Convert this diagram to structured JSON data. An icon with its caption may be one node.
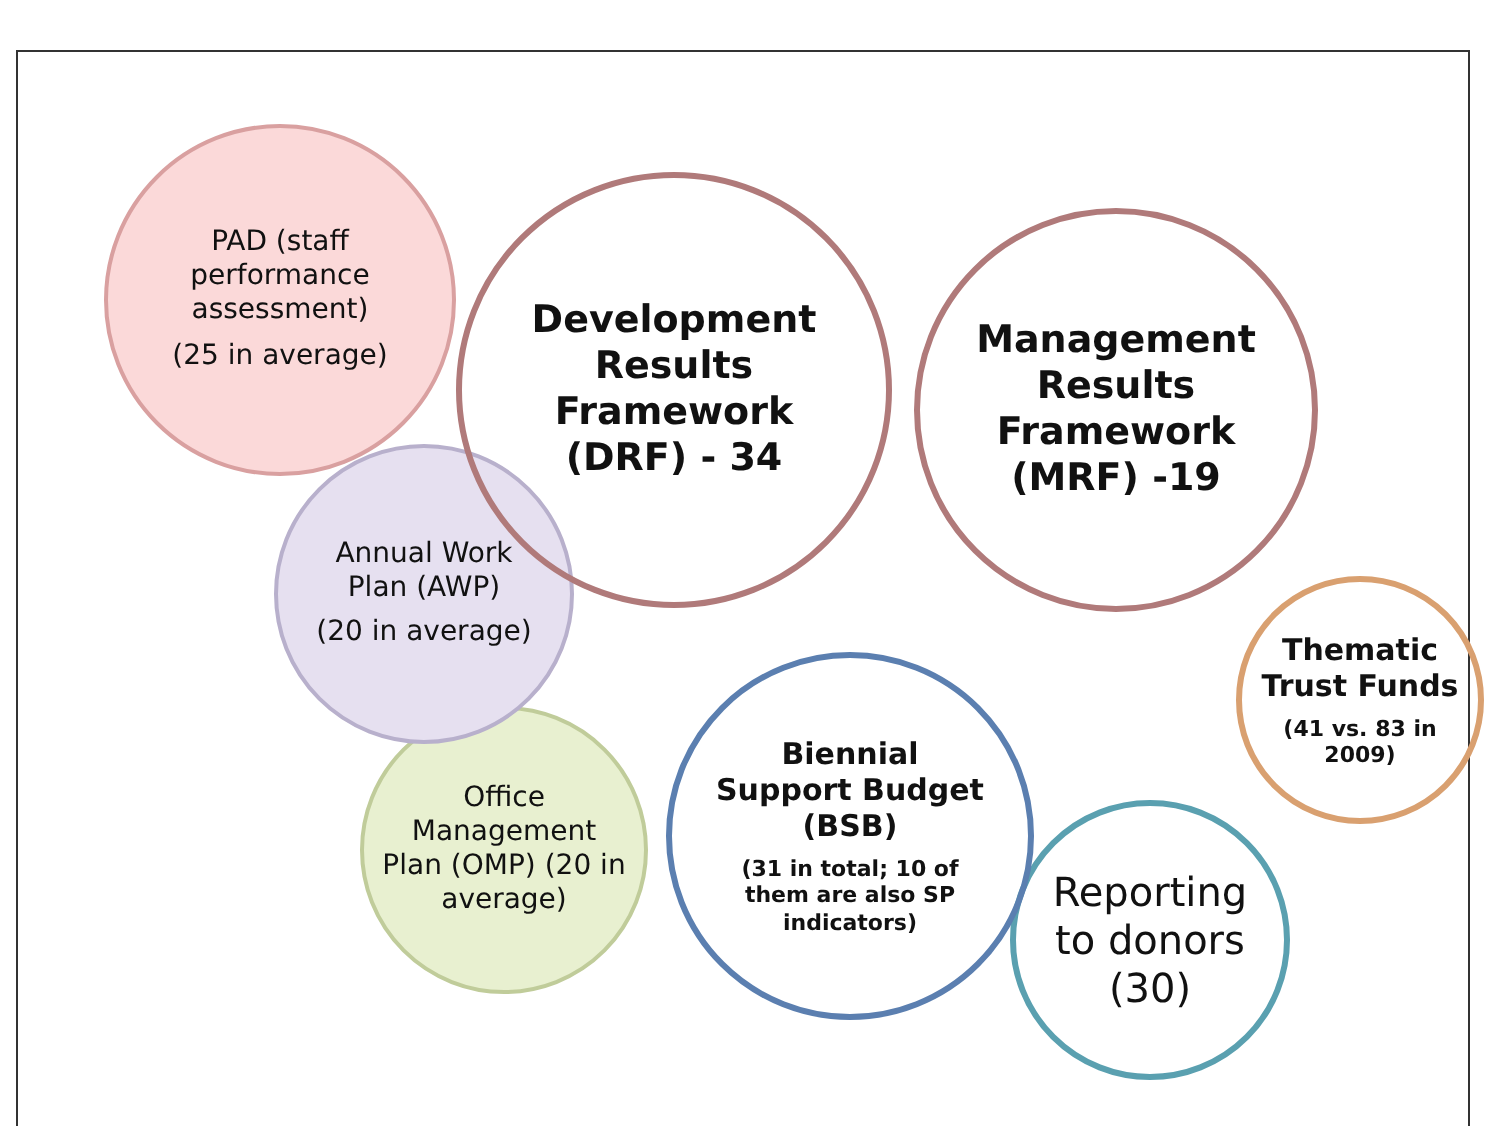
{
  "diagram": {
    "nodes": [
      {
        "text": [
          "PAD  (staff performance assessment)",
          "(25 in average)"
        ]
      },
      {
        "text": [
          "Development Results Framework (DRF) - 34"
        ]
      },
      {
        "text": [
          "Management Results Framework (MRF) -19"
        ]
      },
      {
        "text": [
          "Annual Work Plan (AWP)",
          "(20 in average)"
        ]
      },
      {
        "text": [
          "Thematic Trust Funds",
          "(41 vs. 83 in 2009)"
        ]
      },
      {
        "text": [
          "Biennial Support Budget (BSB)",
          "(31 in total; 10 of them are also SP indicators)"
        ]
      },
      {
        "text": [
          "Office Management Plan (OMP) (20 in average)"
        ]
      },
      {
        "text": [
          "Reporting to donors (30)"
        ]
      }
    ]
  }
}
